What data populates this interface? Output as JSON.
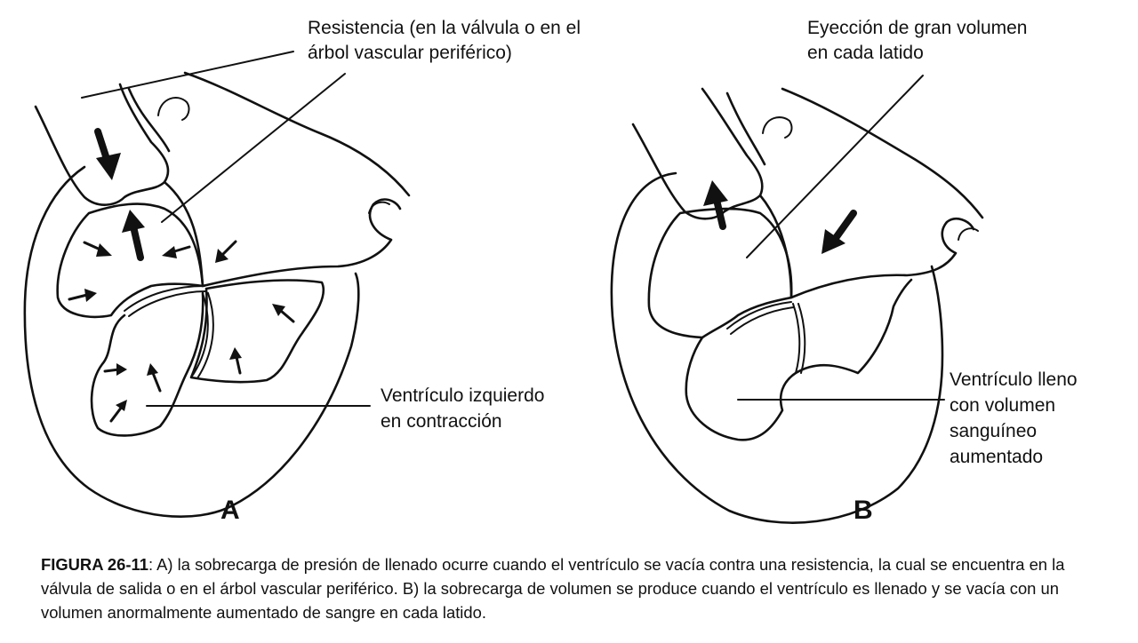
{
  "panel_a": {
    "letter": "A",
    "resistance_label": [
      "Resistencia (en la válvula o en el",
      "árbol vascular periférico)"
    ],
    "ventricle_label": [
      "Ventrículo izquierdo",
      "en contracción"
    ]
  },
  "panel_b": {
    "letter": "B",
    "ejection_label": [
      "Eyección de gran volumen",
      "en cada latido"
    ],
    "ventricle_label": [
      "Ventrículo lleno",
      "con volumen",
      "sanguíneo",
      "aumentado"
    ]
  },
  "caption": {
    "figure_id": "FIGURA 26-11",
    "text": ": A) la sobrecarga de presión de llenado ocurre cuando el ventrículo se vacía contra una resistencia, la cual se encuentra en la válvula de salida o en el árbol vascular periférico. B) la sobrecarga de volumen se produce cuando el ventrículo es llenado y se vacía con un volumen anormalmente aumentado de sangre en cada latido."
  },
  "colors": {
    "ink": "#111111",
    "background": "#ffffff"
  }
}
